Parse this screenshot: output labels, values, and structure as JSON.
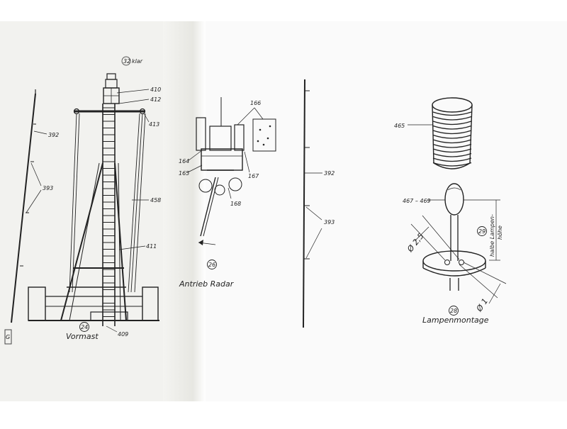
{
  "left_page": {
    "callouts": {
      "top_circle": "32",
      "top_note": "klar",
      "n410": "410",
      "n412": "412",
      "n413": "413",
      "n392": "392",
      "n393": "393",
      "n458": "458",
      "n411": "411",
      "n409": "409"
    },
    "figure_number": "24",
    "figure_caption": "Vormast",
    "margin_mark": "G"
  },
  "middle": {
    "callouts": {
      "n166": "166",
      "n164": "164",
      "n165": "165",
      "n167": "167",
      "n168": "168"
    },
    "figure_number": "26",
    "figure_caption": "Antrieb Radar"
  },
  "right_page": {
    "callouts": {
      "n392": "392",
      "n393": "393",
      "n465": "465",
      "n467_469": "467 – 469",
      "circle_29": "29",
      "halbe_line1": "halbe Lampen-",
      "halbe_line2": "höhe",
      "phi25": "Ø 2,5",
      "phi1": "Ø 1"
    },
    "figure_number": "28",
    "figure_caption": "Lampenmontage"
  }
}
